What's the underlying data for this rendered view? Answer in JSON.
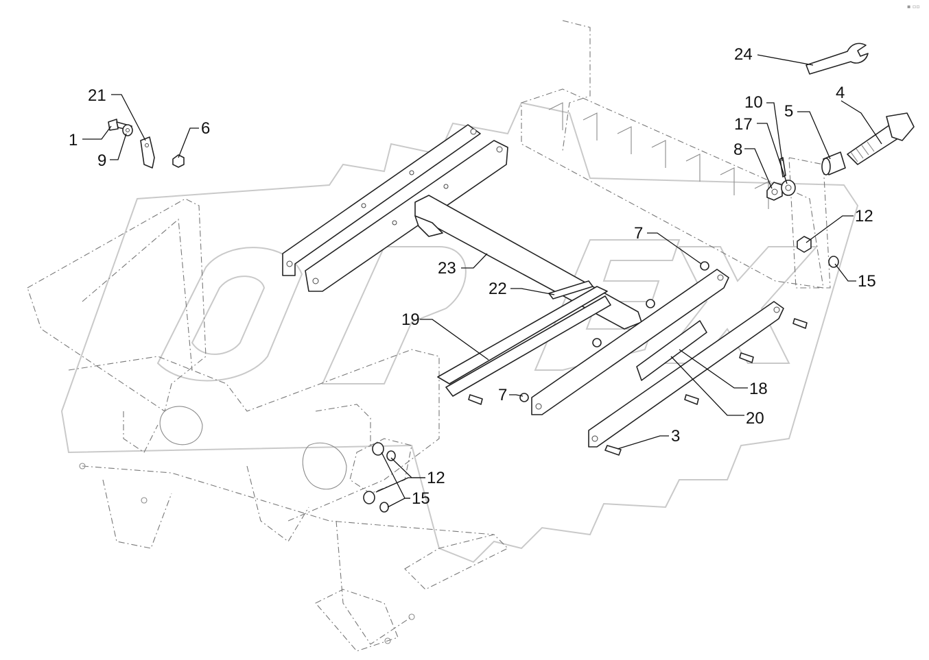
{
  "corner_mark": "▪ ▫▫",
  "labels": [
    {
      "id": "24",
      "text": "24"
    },
    {
      "id": "4",
      "text": "4"
    },
    {
      "id": "10",
      "text": "10"
    },
    {
      "id": "5",
      "text": "5"
    },
    {
      "id": "17",
      "text": "17"
    },
    {
      "id": "8",
      "text": "8"
    },
    {
      "id": "21",
      "text": "21"
    },
    {
      "id": "1",
      "text": "1"
    },
    {
      "id": "6",
      "text": "6"
    },
    {
      "id": "9",
      "text": "9"
    },
    {
      "id": "12a",
      "text": "12"
    },
    {
      "id": "15a",
      "text": "15"
    },
    {
      "id": "7a",
      "text": "7"
    },
    {
      "id": "23",
      "text": "23"
    },
    {
      "id": "22",
      "text": "22"
    },
    {
      "id": "19",
      "text": "19"
    },
    {
      "id": "7b",
      "text": "7"
    },
    {
      "id": "18",
      "text": "18"
    },
    {
      "id": "20",
      "text": "20"
    },
    {
      "id": "3",
      "text": "3"
    },
    {
      "id": "12b",
      "text": "12"
    },
    {
      "id": "15b",
      "text": "15"
    }
  ]
}
